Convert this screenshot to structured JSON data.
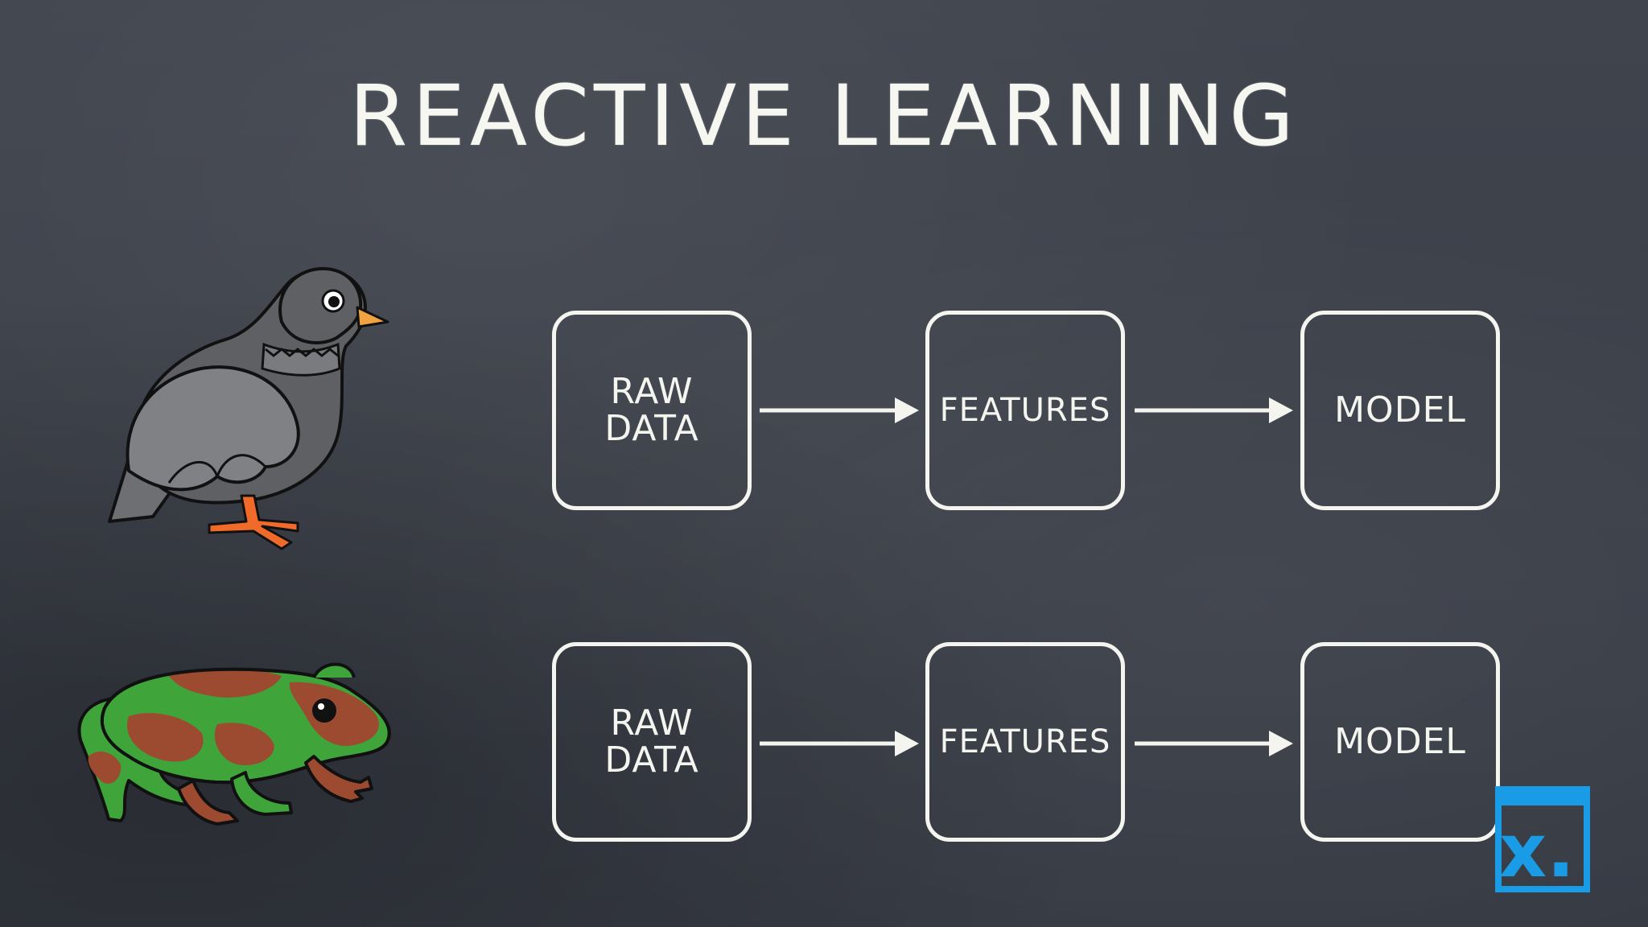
{
  "slide": {
    "title": "REACTIVE LEARNING",
    "rows": [
      {
        "animal": "pigeon",
        "boxes": [
          {
            "label": "RAW\nDATA"
          },
          {
            "label": "FEATURES"
          },
          {
            "label": "MODEL"
          }
        ]
      },
      {
        "animal": "frog",
        "boxes": [
          {
            "label": "RAW\nDATA"
          },
          {
            "label": "FEATURES"
          },
          {
            "label": "MODEL"
          }
        ]
      }
    ],
    "logo": {
      "text": "x.",
      "color": "#1a9be6"
    }
  },
  "colors": {
    "chalk": "#f5f5f0",
    "board": "#3b3f48",
    "pigeon_body": "#5f6063",
    "pigeon_wing": "#808185",
    "pigeon_beak": "#f0a341",
    "pigeon_feet": "#f06a2a",
    "frog_green": "#3fa53a",
    "frog_brown": "#9c4a30"
  },
  "icons": [
    "pigeon-illustration",
    "frog-illustration",
    "arrow-right-icon",
    "x-logo-icon"
  ]
}
